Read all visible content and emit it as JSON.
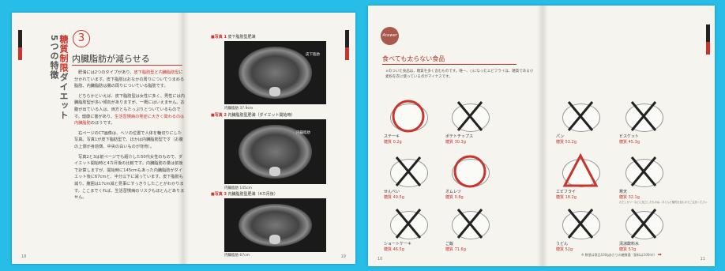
{
  "left_spread": {
    "vertical_title_red": "糖質制限",
    "vertical_title_main": "ダイエット",
    "vertical_title_sub": "5つの特徴",
    "section_number": "3",
    "section_title": "内臓脂肪が減らせる",
    "paragraphs": [
      {
        "before": "肥満には2つのタイプがあり、",
        "hl1": "皮下脂肪型",
        "mid": "と",
        "hl2": "内臓脂肪型",
        "after": "に分かれています。皮下脂肪はおなかの周りについてつまめる脂肪、内臓脂肪は腸の周りについている脂肪です。"
      },
      {
        "before": "どちらかといえば、皮下脂肪型は女性に多く、男性には内臓脂肪型が多い傾向がありますが、一概にはいえません。お腹が出ている人は、両方ともたっぷりとついているものです。健康に害があり、",
        "hl1": "生活習慣病の発症に大きく関わるのは内臓脂肪",
        "mid": "",
        "hl2": "",
        "after": "のほうです。"
      },
      {
        "before": "右ページのCT画像は、ヘソの位置で人体を輪切りにした写真。写真1が皮下脂肪型で、ほかは内臓脂肪型です（お腹の上側が身前側、中央の白いものが背骨）。",
        "hl1": "",
        "mid": "",
        "hl2": "",
        "after": ""
      },
      {
        "before": "写真2と3は前ページでも紹介した50代女性のもので、ダイエット開始時と4カ月後の比較です。内臓脂肪の量は前後で計算しますが、開始時に145cmもあった内臓脂肪がダイエット後に67cmと、半分以下に減っています。皮下脂肪も減り、腹囲は17cm減と見事にすっきりしたことがわかります。ここまでくれば、生活習慣病のリスクもほとんどありません。",
        "hl1": "",
        "mid": "",
        "hl2": "",
        "after": ""
      }
    ],
    "figures": [
      {
        "mark": "■写真 1",
        "caption": "皮下脂肪型肥満",
        "tag": "皮下脂肪",
        "fat": "内臓脂肪 37.9cm"
      },
      {
        "mark": "■写真 2",
        "caption": "内臓脂肪型肥満（ダイエット開始時）",
        "tag": "内臓脂肪",
        "fat": "内臓脂肪 145cm"
      },
      {
        "mark": "■写真 3",
        "caption": "内臓脂肪型肥満（4カ月後）",
        "tag": "",
        "fat": "内臓脂肪 67cm"
      }
    ],
    "page_left": "18",
    "page_right": "19"
  },
  "right_spread": {
    "badge": "Answer",
    "title": "食べても太らない食品",
    "intro": "×のついた食品は、糖質を多く含むものです。唯一、○になったエビフライは、糖質である小麦粉を衣に使っている点がマイナスです。",
    "foods": [
      {
        "name": "ステーキ",
        "sugar": "糖質 0.2g",
        "mark": "circle",
        "note": ""
      },
      {
        "name": "ポテトチップス",
        "sugar": "糖質 30.3g",
        "mark": "cross",
        "note": ""
      },
      {
        "name": "パン",
        "sugar": "糖質 53.2g",
        "mark": "cross",
        "note": ""
      },
      {
        "name": "ビスケット",
        "sugar": "糖質 45.3g",
        "mark": "cross",
        "note": ""
      },
      {
        "name": "せんべい",
        "sugar": "糖質 49.5g",
        "mark": "cross",
        "note": ""
      },
      {
        "name": "オムレツ",
        "sugar": "糖質 0.8g",
        "mark": "circle",
        "note": ""
      },
      {
        "name": "エビフライ",
        "sugar": "糖質 18.2g",
        "mark": "triangle",
        "note": ""
      },
      {
        "name": "寒天",
        "sugar": "糖質 32.1g",
        "mark": "cross",
        "note": "ただしゼリーなどに加工したものは、ほとんど糖質を含むのでご注意ください"
      },
      {
        "name": "ショートケーキ",
        "sugar": "糖質 46.5g",
        "mark": "cross",
        "note": ""
      },
      {
        "name": "ご飯",
        "sugar": "糖質 71.6g",
        "mark": "cross",
        "note": ""
      },
      {
        "name": "うどん",
        "sugar": "糖質 52g",
        "mark": "cross",
        "note": ""
      },
      {
        "name": "清涼飲料水",
        "sugar": "糖質 57g",
        "mark": "cross",
        "note": ""
      }
    ],
    "footnote": "※ 数値は食品100gあたりの糖質量（飲料は100ml）",
    "page_left": "10",
    "page_right": "11"
  }
}
